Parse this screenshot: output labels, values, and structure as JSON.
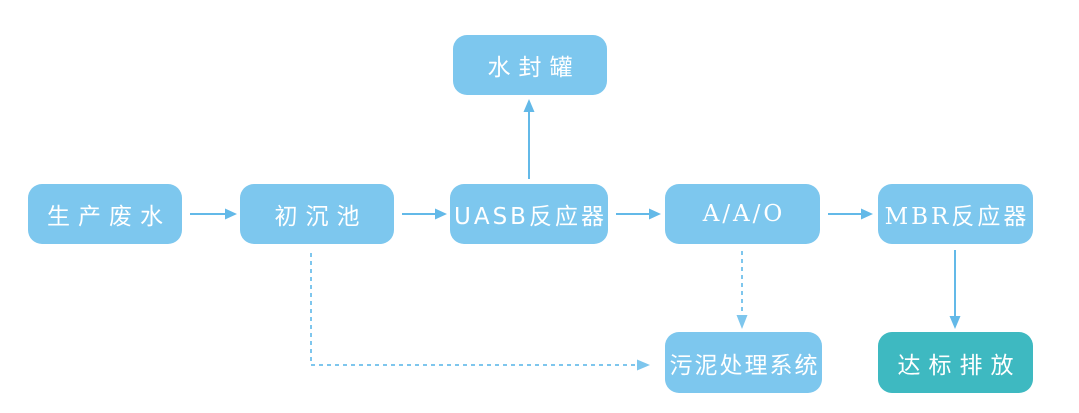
{
  "diagram": {
    "type": "flowchart",
    "description": "Wastewater treatment process flow diagram",
    "nodes": [
      {
        "id": "production-wastewater",
        "label": "生产废水",
        "role": "source"
      },
      {
        "id": "primary-sedimentation-tank",
        "label": "初沉池",
        "role": "process"
      },
      {
        "id": "uasb-reactor",
        "label": "UASB反应器",
        "role": "process"
      },
      {
        "id": "aao",
        "label": "A/A/O",
        "role": "process"
      },
      {
        "id": "mbr-reactor",
        "label": "MBR反应器",
        "role": "process"
      },
      {
        "id": "water-seal-tank",
        "label": "水封罐",
        "role": "side-process"
      },
      {
        "id": "sludge-treatment-system",
        "label": "污泥处理系统",
        "role": "side-process"
      },
      {
        "id": "standard-discharge",
        "label": "达标排放",
        "role": "terminal"
      }
    ],
    "edges": [
      {
        "from": "production-wastewater",
        "to": "primary-sedimentation-tank",
        "style": "solid",
        "direction": "right"
      },
      {
        "from": "primary-sedimentation-tank",
        "to": "uasb-reactor",
        "style": "solid",
        "direction": "right"
      },
      {
        "from": "uasb-reactor",
        "to": "aao",
        "style": "solid",
        "direction": "right"
      },
      {
        "from": "aao",
        "to": "mbr-reactor",
        "style": "solid",
        "direction": "right"
      },
      {
        "from": "uasb-reactor",
        "to": "water-seal-tank",
        "style": "solid",
        "direction": "up"
      },
      {
        "from": "mbr-reactor",
        "to": "standard-discharge",
        "style": "solid",
        "direction": "down"
      },
      {
        "from": "aao",
        "to": "sludge-treatment-system",
        "style": "dashed",
        "direction": "down"
      },
      {
        "from": "primary-sedimentation-tank",
        "to": "sludge-treatment-system",
        "style": "dashed",
        "direction": "down-then-right"
      }
    ],
    "colors": {
      "node_fill": "#7DC7EE",
      "final_fill": "#3EB9C1",
      "arrow_solid": "#63B9E8",
      "arrow_dashed": "#7EC6ED",
      "node_text": "#FFFFFF",
      "background": "#FFFFFF"
    }
  }
}
